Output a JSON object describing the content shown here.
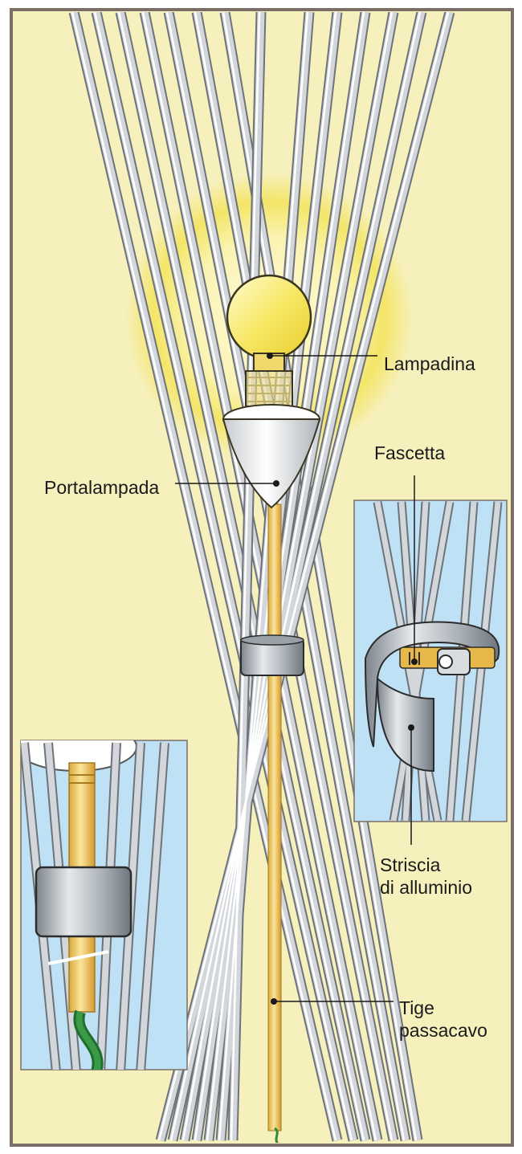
{
  "labels": {
    "bulb": "Lampadina",
    "clamp": "Fascetta",
    "socket": "Portalampada",
    "strip_line1": "Striscia",
    "strip_line2": "di alluminio",
    "rod_line1": "Tige",
    "rod_line2": "passacavo"
  },
  "colors": {
    "background": "#f6f0bd",
    "frame": "#7a6e66",
    "inset_background": "#bfe1f5",
    "tube": "#c4c8cc",
    "bulb": "#f4e35e",
    "rod": "#f1cf6b",
    "cable": "#2f8a3a",
    "glow": "#f3e24c"
  }
}
